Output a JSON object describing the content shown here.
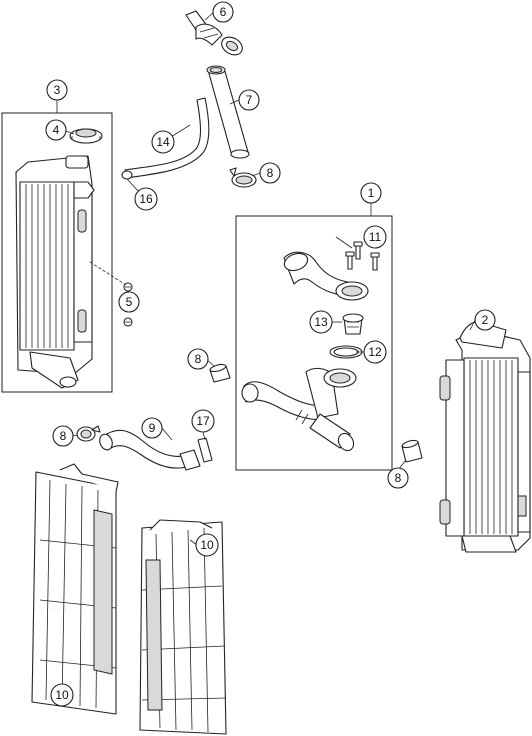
{
  "callouts": [
    {
      "id": "c6",
      "label": "6"
    },
    {
      "id": "c7",
      "label": "7"
    },
    {
      "id": "c3",
      "label": "3"
    },
    {
      "id": "c4",
      "label": "4"
    },
    {
      "id": "c14",
      "label": "14"
    },
    {
      "id": "c8a",
      "label": "8"
    },
    {
      "id": "c16",
      "label": "16"
    },
    {
      "id": "c1",
      "label": "1"
    },
    {
      "id": "c11",
      "label": "11"
    },
    {
      "id": "c5",
      "label": "5"
    },
    {
      "id": "c13",
      "label": "13"
    },
    {
      "id": "c2",
      "label": "2"
    },
    {
      "id": "c12",
      "label": "12"
    },
    {
      "id": "c8b",
      "label": "8"
    },
    {
      "id": "c8c",
      "label": "8"
    },
    {
      "id": "c9",
      "label": "9"
    },
    {
      "id": "c17",
      "label": "17"
    },
    {
      "id": "c8d",
      "label": "8"
    },
    {
      "id": "c10a",
      "label": "10"
    },
    {
      "id": "c10b",
      "label": "10"
    }
  ]
}
